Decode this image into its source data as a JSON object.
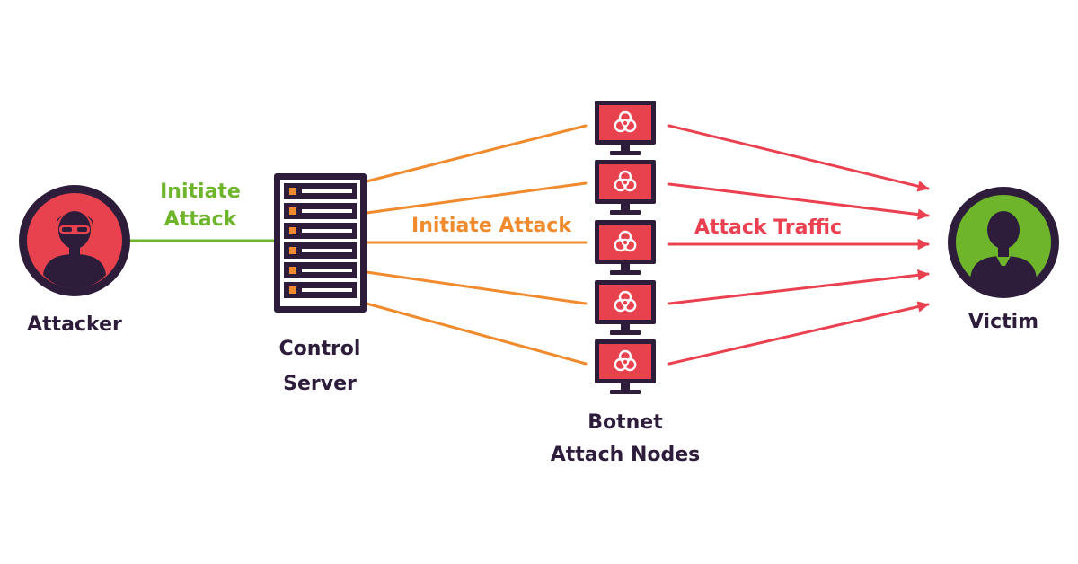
{
  "nodes": {
    "attacker": {
      "label": "Attacker"
    },
    "control_server": {
      "label_line1": "Control",
      "label_line2": "Server"
    },
    "botnet": {
      "label_line1": "Botnet",
      "label_line2": "Attach Nodes",
      "count": 5
    },
    "victim": {
      "label": "Victim"
    }
  },
  "edges": {
    "attacker_to_server": {
      "label_line1": "Initiate",
      "label_line2": "Attack"
    },
    "server_to_bots": {
      "label": "Initiate Attack"
    },
    "bots_to_victim": {
      "label": "Attack Traffic"
    }
  },
  "colors": {
    "dark": "#2d1d3b",
    "attacker_fill": "#e8424e",
    "victim_fill": "#6fb52c",
    "green_line": "#6fb52c",
    "orange_line": "#f08a2c",
    "red_line": "#ea4050",
    "monitor_screen": "#e8424e",
    "server_led": "#f08a2c"
  },
  "icons": {
    "attacker": "hacker-avatar-icon",
    "server": "server-rack-icon",
    "bot": "biohazard-monitor-icon",
    "victim": "user-avatar-icon"
  }
}
